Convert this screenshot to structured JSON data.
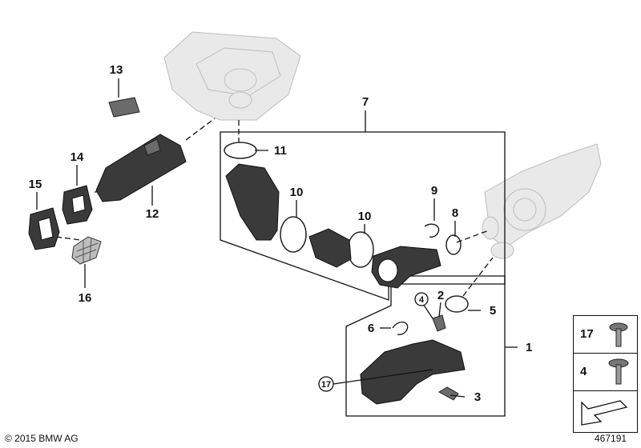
{
  "diagram": {
    "callouts": {
      "c1": "1",
      "c2": "2",
      "c3": "3",
      "c4": "4",
      "c5": "5",
      "c6": "6",
      "c7": "7",
      "c8": "8",
      "c9": "9",
      "c10a": "10",
      "c10b": "10",
      "c11": "11",
      "c12": "12",
      "c13": "13",
      "c14": "14",
      "c15": "15",
      "c16": "16",
      "c17": "17"
    },
    "legend": {
      "item_a": "17",
      "item_b": "4"
    }
  },
  "footer": {
    "copyright": "© 2015 BMW AG",
    "drawing_number": "467191"
  }
}
